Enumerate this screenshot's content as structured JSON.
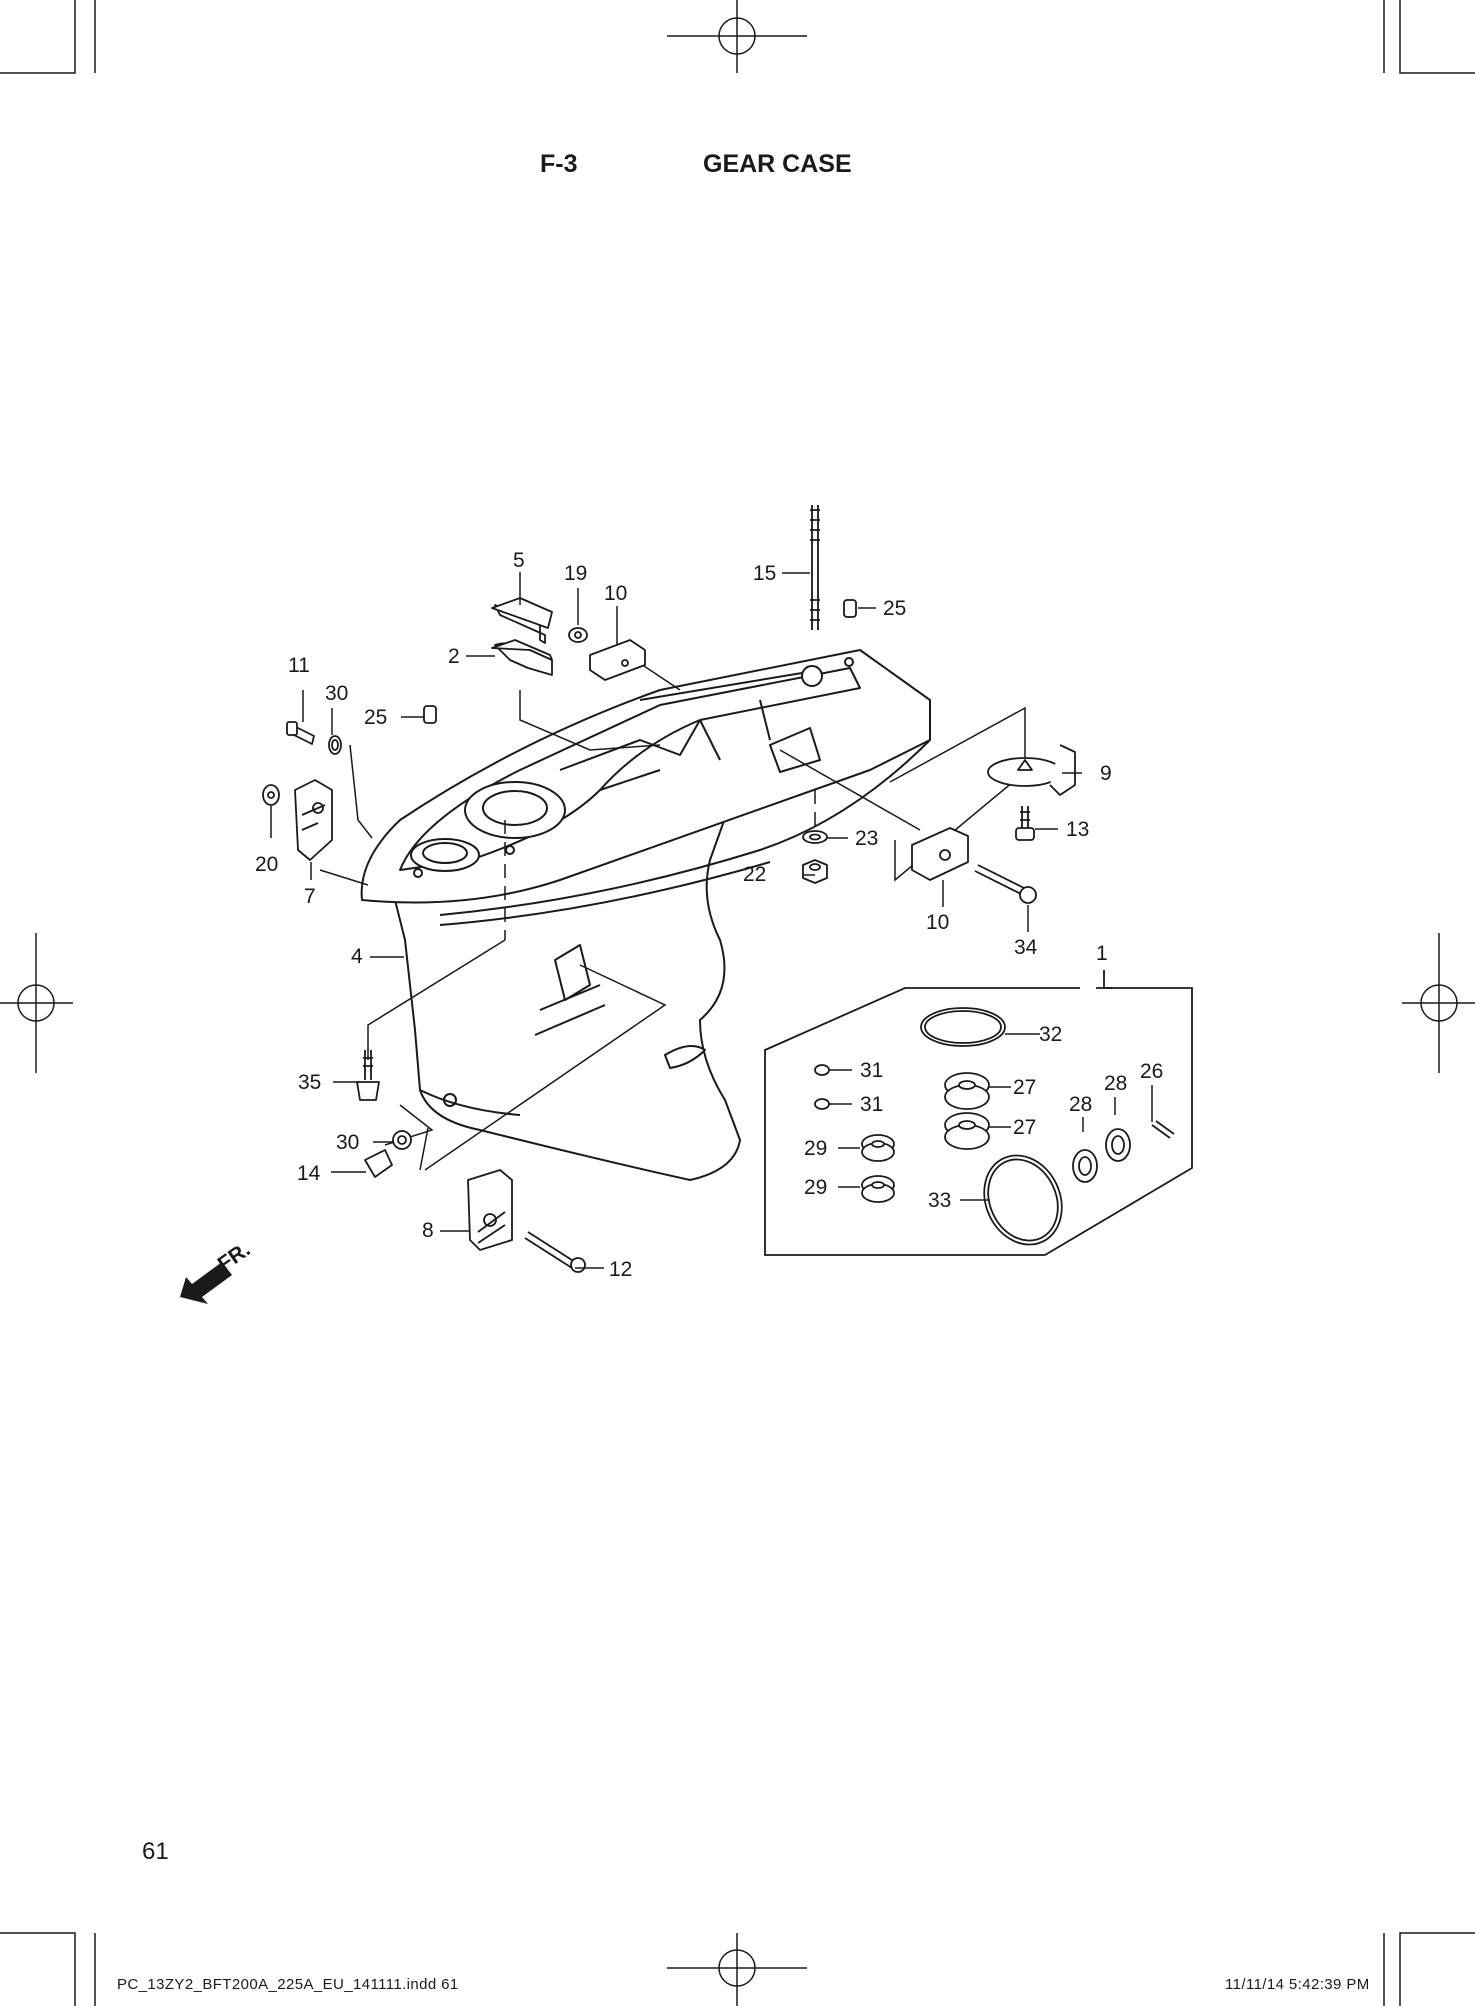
{
  "header": {
    "section_code": "F-3",
    "section_title": "GEAR CASE"
  },
  "footer": {
    "page_number": "61",
    "file_slug": "PC_13ZY2_BFT200A_225A_EU_141111.indd   61",
    "timestamp": "11/11/14   5:42:39 PM"
  },
  "direction_marker": "FR.",
  "callouts": [
    "1",
    "2",
    "4",
    "5",
    "7",
    "8",
    "9",
    "10",
    "10",
    "11",
    "12",
    "13",
    "14",
    "15",
    "19",
    "20",
    "22",
    "23",
    "25",
    "25",
    "26",
    "27",
    "27",
    "28",
    "28",
    "29",
    "29",
    "30",
    "30",
    "31",
    "31",
    "32",
    "33",
    "34",
    "35"
  ]
}
